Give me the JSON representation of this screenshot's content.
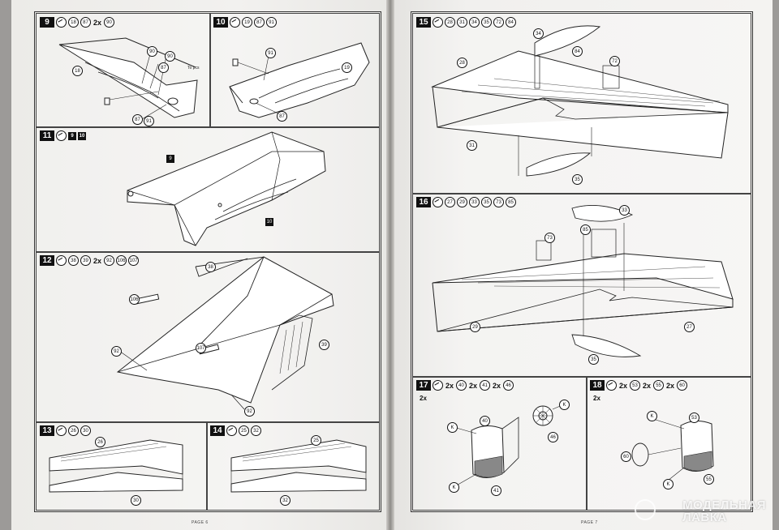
{
  "steps": {
    "s9": {
      "num": "9",
      "parts": [
        "18",
        "87"
      ],
      "mult": "2x",
      "mult_parts": [
        "90"
      ]
    },
    "s10": {
      "num": "10",
      "parts": [
        "19",
        "87",
        "91"
      ]
    },
    "s11": {
      "num": "11",
      "refs": [
        "9",
        "10"
      ]
    },
    "s12": {
      "num": "12",
      "parts": [
        "38",
        "39"
      ],
      "mult": "2x",
      "mult_parts": [
        "92",
        "106",
        "107"
      ]
    },
    "s13": {
      "num": "13",
      "parts": [
        "26",
        "30"
      ]
    },
    "s14": {
      "num": "14",
      "parts": [
        "25",
        "32"
      ]
    },
    "s15": {
      "num": "15",
      "parts": [
        "28",
        "31",
        "34",
        "35",
        "72",
        "84"
      ]
    },
    "s16": {
      "num": "16",
      "parts": [
        "27",
        "29",
        "33",
        "35",
        "73",
        "85"
      ]
    },
    "s17": {
      "num": "17",
      "m1": "2x",
      "p1": "40",
      "m2": "2x",
      "p2": "41",
      "m3": "2x",
      "p3": "46",
      "sub": "2x"
    },
    "s18": {
      "num": "18",
      "m1": "2x",
      "p1": "53",
      "m2": "2x",
      "p2": "55",
      "m3": "2x",
      "p3": "60",
      "sub": "2x"
    }
  },
  "callouts": {
    "s9": [
      "18",
      "90",
      "90",
      "87",
      "87",
      "91"
    ],
    "s11": [
      "9",
      "10"
    ],
    "s12": [
      "38",
      "106",
      "107",
      "92",
      "39"
    ],
    "s13": [
      "26",
      "30"
    ],
    "s14": [
      "25",
      "32"
    ],
    "s15": [
      "34",
      "84",
      "72",
      "28",
      "31",
      "35"
    ],
    "s16": [
      "33",
      "85",
      "73",
      "27",
      "29",
      "35"
    ],
    "s17": [
      "K",
      "K",
      "40",
      "41",
      "46",
      "K"
    ],
    "s18": [
      "K",
      "53",
      "60",
      "55",
      "K"
    ]
  },
  "note": "To pcs",
  "footer_left": "PAGE 6",
  "footer_right": "PAGE 7",
  "watermark": {
    "line1": "МОДЕЛЬНАЯ",
    "line2": "ЛАВКА"
  }
}
